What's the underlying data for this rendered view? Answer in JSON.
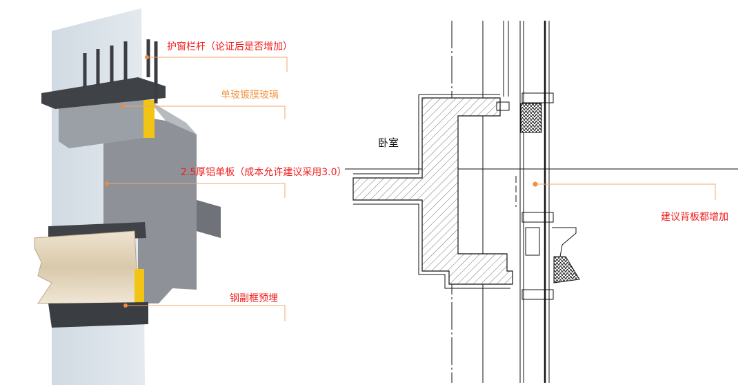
{
  "labels": {
    "railing": "护窗栏杆（论证后是否增加）",
    "glass": "单玻镀膜玻璃",
    "aluminum_panel": "2.5厚铝单板（成本允许建议采用3.0）",
    "steel_subframe": "钢副框预埋",
    "back_panel": "建议背板都增加",
    "room": "卧室"
  },
  "colors": {
    "red_label": "#f21b1b",
    "orange_label": "#f39a4d",
    "leader": "#f5a46a",
    "concrete": "#8e9298",
    "insulation_yellow": "#f2c413"
  }
}
